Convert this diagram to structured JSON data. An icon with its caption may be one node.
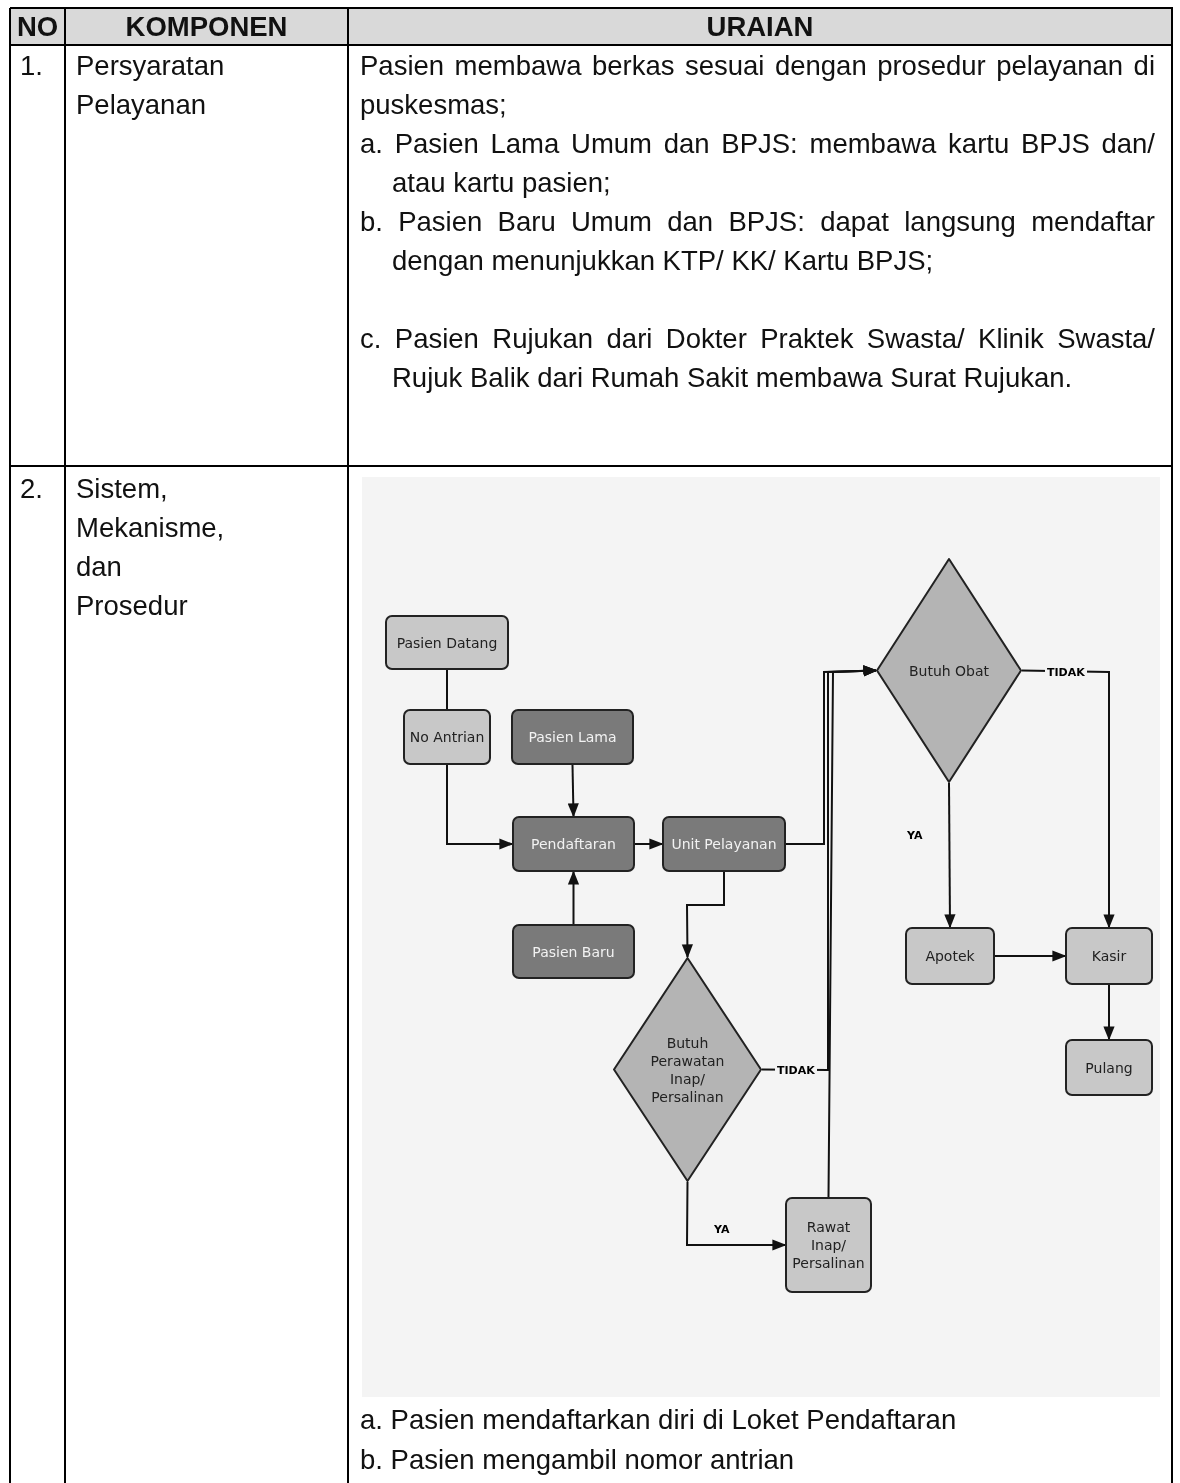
{
  "diagram": {
    "nodes": [
      {
        "text": [
          "Pasien Datang"
        ]
      },
      {
        "text": [
          "No Antrian"
        ]
      },
      {
        "text": [
          "Pasien Lama"
        ]
      },
      {
        "text": [
          "Pendaftaran"
        ]
      },
      {
        "text": [
          "Unit Pelayanan"
        ]
      },
      {
        "text": [
          "Pasien Baru"
        ]
      },
      {
        "text": [
          "Butuh Obat"
        ]
      },
      {
        "text": [
          "Butuh Perawatan Inap/ Persalinan"
        ]
      },
      {
        "text": [
          "Apotek"
        ]
      },
      {
        "text": [
          "Kasir"
        ]
      },
      {
        "text": [
          "Rawat Inap/ Persalinan"
        ]
      },
      {
        "text": [
          "Pulang"
        ]
      }
    ],
    "edges": [
      {
        "from": 0,
        "to": 1,
        "arrow": "none"
      },
      {
        "from": 1,
        "to": 3,
        "arrow": "to"
      },
      {
        "from": 2,
        "to": 3,
        "arrow": "to"
      },
      {
        "from": 5,
        "to": 3,
        "arrow": "to"
      },
      {
        "from": 3,
        "to": 4,
        "arrow": "to"
      },
      {
        "from": 4,
        "to": 6,
        "arrow": "to"
      },
      {
        "from": 4,
        "to": 7,
        "arrow": "to"
      },
      {
        "from": 7,
        "to": 6,
        "arrow": "to",
        "label": "TIDAK"
      },
      {
        "from": 10,
        "to": 6,
        "arrow": "to"
      },
      {
        "from": 7,
        "to": 10,
        "arrow": "to",
        "label": "YA"
      },
      {
        "from": 6,
        "to": 8,
        "arrow": "to",
        "label": "YA"
      },
      {
        "from": 6,
        "to": 9,
        "arrow": "to",
        "label": "TIDAK"
      },
      {
        "from": 8,
        "to": 9,
        "arrow": "to"
      },
      {
        "from": 9,
        "to": 11,
        "arrow": "to"
      }
    ],
    "labels": [
      "NO",
      "KOMPONEN",
      "URAIAN",
      "1.",
      "Persyaratan Pelayanan",
      "Pasien membawa berkas sesuai dengan prosedur pelayanan di puskesmas;",
      "a. Pasien Lama Umum dan BPJS: membawa kartu BPJS dan/ atau kartu pasien;",
      "b. Pasien Baru Umum dan BPJS: dapat langsung mendaftar dengan menunjukkan KTP/ KK/ Kartu BPJS;",
      "c. Pasien Rujukan dari Dokter Praktek Swasta/ Klinik Swasta/ Rujuk Balik dari Rumah Sakit membawa Surat Rujukan.",
      "2.",
      "Sistem, Mekanisme, dan Prosedur",
      "a. Pasien mendaftarkan diri di Loket Pendaftaran",
      "b. Pasien mengambil nomor antrian"
    ]
  }
}
